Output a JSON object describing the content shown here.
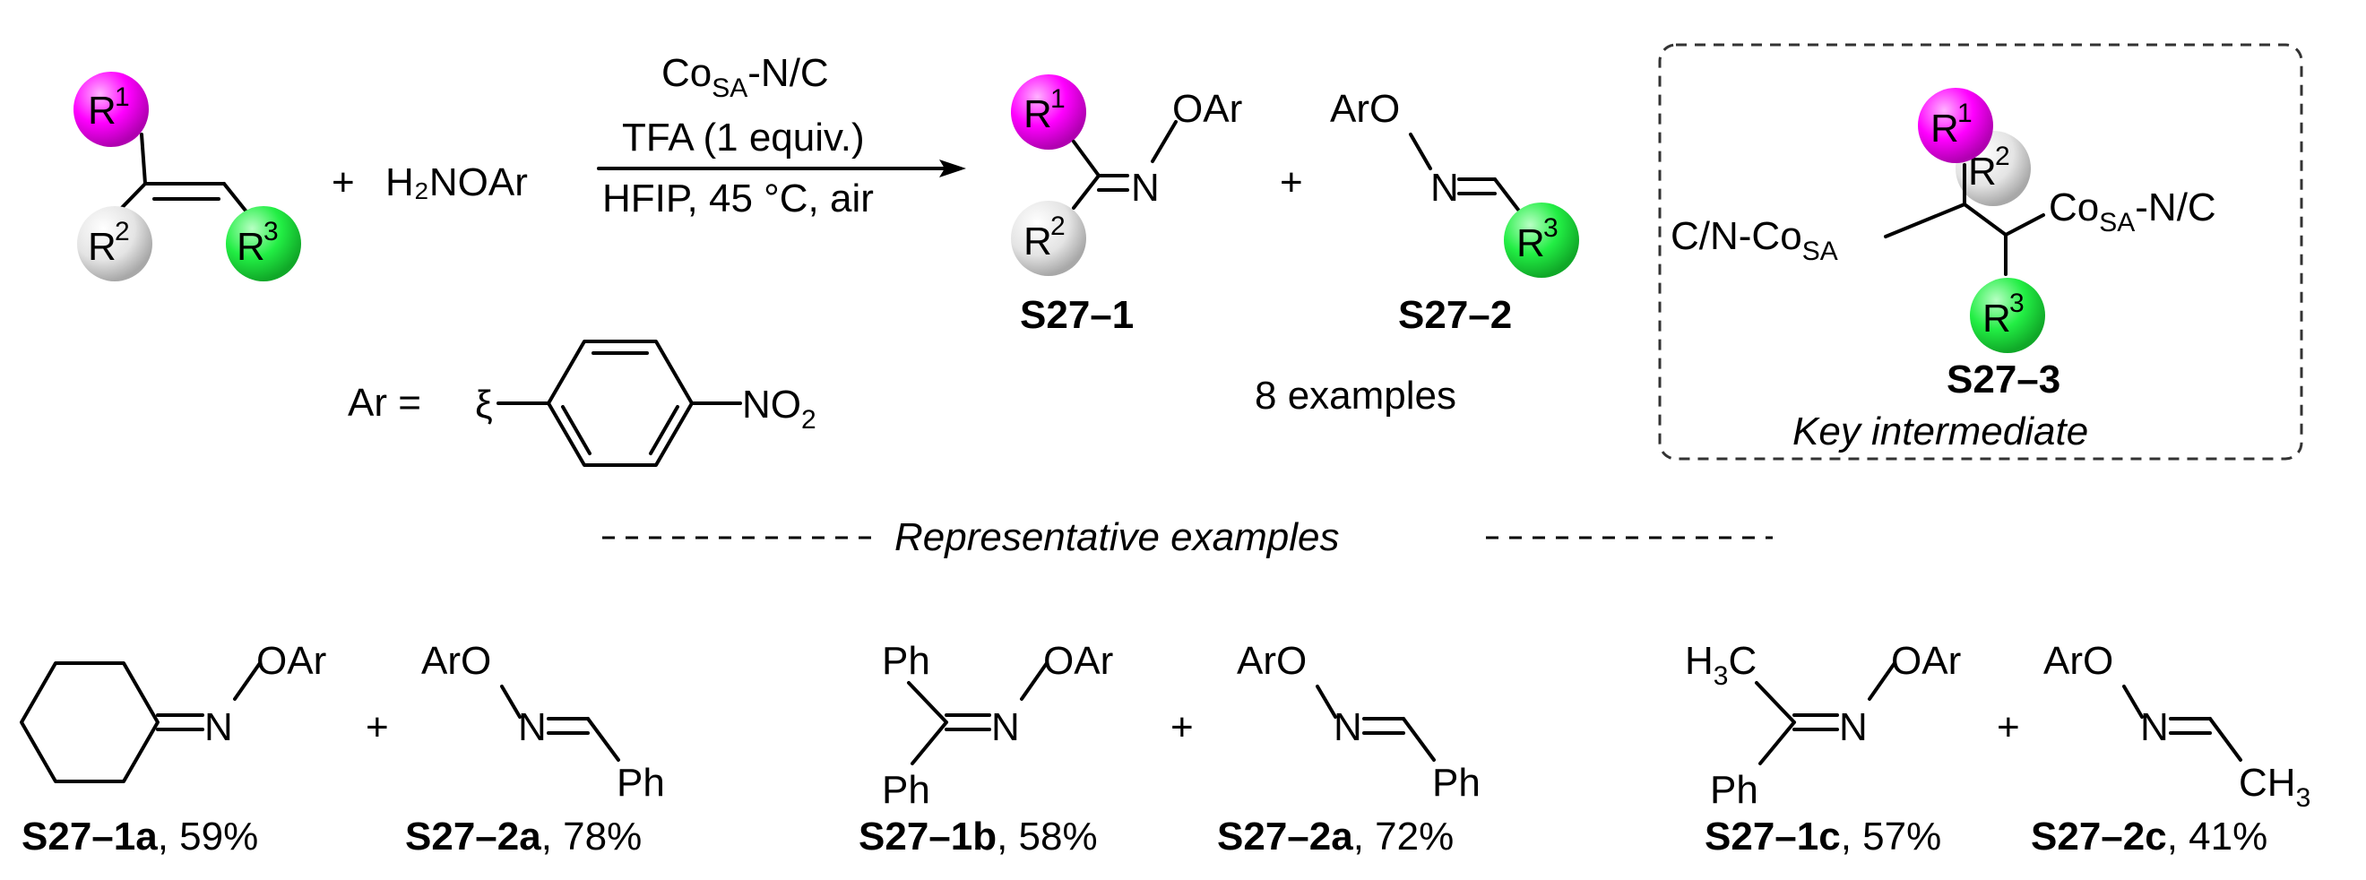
{
  "scheme": {
    "reactant": {
      "r1": "R",
      "r1_sup": "1",
      "r2": "R",
      "r2_sup": "2",
      "r3": "R",
      "r3_sup": "3"
    },
    "plus": "+",
    "reagent": "H₂NOAr",
    "conditions": {
      "catalyst": "Co",
      "catalyst_sub": "SA",
      "catalyst_tail": "-N/C",
      "acid": "TFA (1 equiv.)",
      "solvent": "HFIP, 45 °C, air"
    },
    "product1": {
      "label": "S27–1",
      "group": "OAr",
      "atom_n": "N"
    },
    "product2": {
      "label": "S27–2",
      "group": "ArO",
      "atom_n": "N"
    },
    "examples_count": "8 examples",
    "ar_definition": {
      "prefix": "Ar =",
      "wavy": "ξ",
      "group": "NO",
      "group_sub": "2"
    },
    "intermediate": {
      "left": "C/N-Co",
      "left_sub": "SA",
      "right": "Co",
      "right_sub": "SA",
      "right_tail": "-N/C",
      "label": "S27–3",
      "caption": "Key intermediate"
    },
    "representative_title": "Representative examples",
    "examples": [
      {
        "p1_label": "S27–1a",
        "p1_yield": ", 59%",
        "p2_label": "S27–2a",
        "p2_yield": ", 78%",
        "p2_sub": "Ph"
      },
      {
        "p1_label": "S27–1b",
        "p1_yield": ", 58%",
        "p2_label": "S27–2a",
        "p2_yield": ", 72%",
        "p1_top": "Ph",
        "p1_bottom": "Ph",
        "p2_sub": "Ph"
      },
      {
        "p1_label": "S27–1c",
        "p1_yield": ", 57%",
        "p2_label": "S27–2c",
        "p2_yield": ", 41%",
        "p1_top": "H",
        "p1_top_sub": "3",
        "p1_top_tail": "C",
        "p1_bottom": "Ph",
        "p2_sub": "CH",
        "p2_sub_sub": "3"
      }
    ],
    "colors": {
      "r1": "#ff00ff",
      "r2": "#e0e0e0",
      "r3": "#22ee44",
      "box_border": "#333333"
    }
  }
}
